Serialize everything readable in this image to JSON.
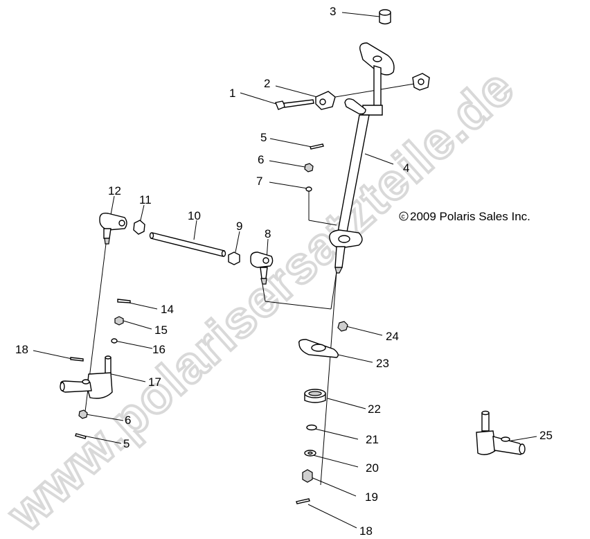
{
  "copyright": "c2009 Polaris Sales Inc.",
  "copyright_symbol": "c",
  "copyright_text": "2009 Polaris Sales Inc.",
  "watermark": "www.polarisersatzteile.de",
  "callouts": {
    "c1": "1",
    "c2": "2",
    "c3": "3",
    "c4": "4",
    "c5a": "5",
    "c6a": "6",
    "c7": "7",
    "c8": "8",
    "c9": "9",
    "c10": "10",
    "c11": "11",
    "c12": "12",
    "c14": "14",
    "c15": "15",
    "c16": "16",
    "c17": "17",
    "c18a": "18",
    "c6b": "6",
    "c5b": "5",
    "c24": "24",
    "c23": "23",
    "c22": "22",
    "c21": "21",
    "c20": "20",
    "c19": "19",
    "c18b": "18",
    "c25": "25"
  }
}
